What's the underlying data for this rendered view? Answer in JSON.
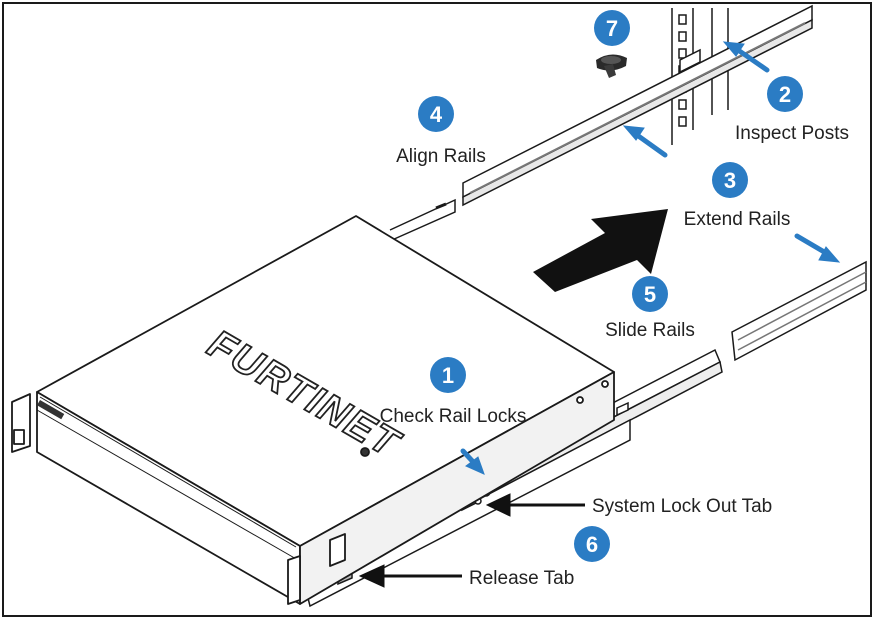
{
  "colors": {
    "accent_blue": "#2b7cc4",
    "line": "#1a1a1a",
    "big_arrow": "#111111"
  },
  "logo_text": "FURTINET",
  "steps": [
    {
      "number": "1",
      "label": "Check Rail Locks"
    },
    {
      "number": "2",
      "label": "Inspect Posts"
    },
    {
      "number": "3",
      "label": "Extend Rails"
    },
    {
      "number": "4",
      "label": "Align Rails"
    },
    {
      "number": "5",
      "label": "Slide Rails"
    },
    {
      "number": "6",
      "label": ""
    },
    {
      "number": "7",
      "label": ""
    }
  ],
  "callouts": {
    "system_lock_out_tab": "System Lock Out Tab",
    "release_tab": "Release Tab"
  },
  "icons": [
    "screw-icon",
    "rack-post",
    "rail",
    "server-chassis",
    "direction-arrow"
  ]
}
